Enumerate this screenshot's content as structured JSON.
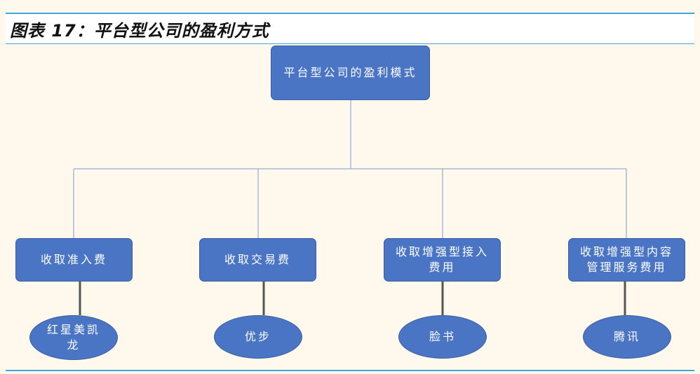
{
  "figure": {
    "title": "图表 17：平台型公司的盈利方式"
  },
  "diagram": {
    "root": "平台型公司的盈利模式",
    "categories": [
      {
        "label": "收取准入费",
        "example": "红星美凯龙"
      },
      {
        "label": "收取交易费",
        "example": "优步"
      },
      {
        "label": "收取增强型接入费用",
        "example": "脸书"
      },
      {
        "label": "收取增强型内容管理服务费用",
        "example": "腾讯"
      }
    ]
  },
  "colors": {
    "node_fill": "#4A74C4",
    "node_border": "#3B5E9E",
    "connector": "#A9B9D6",
    "rule": "#3CA8DC",
    "background": "#FEF9EC"
  }
}
